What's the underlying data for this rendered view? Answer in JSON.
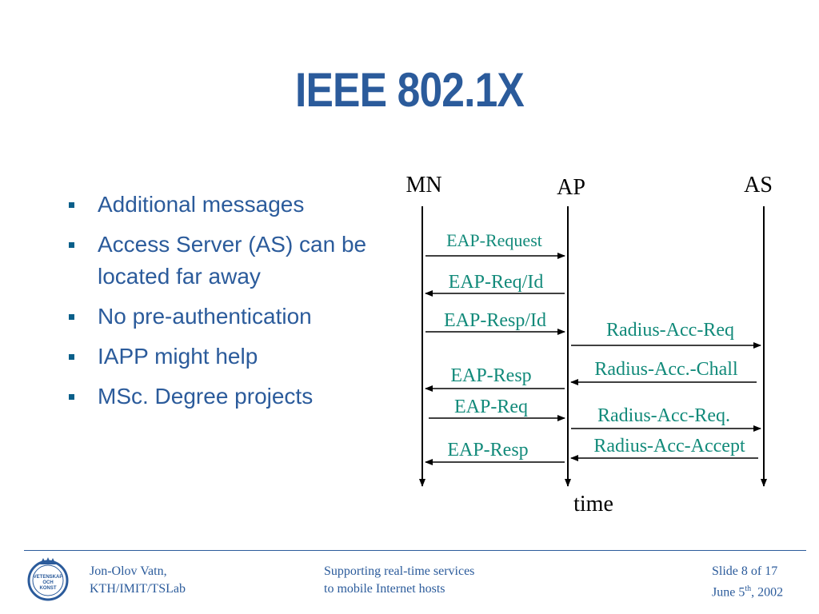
{
  "slide": {
    "title": "IEEE 802.1X"
  },
  "bullets": [
    "Additional messages",
    "Access Server (AS) can be located far away",
    "No pre-authentication",
    "IAPP might help",
    "MSc. Degree projects"
  ],
  "diagram": {
    "entities": {
      "mn": "MN",
      "ap": "AP",
      "as": "AS"
    },
    "time_label": "time",
    "messages": [
      {
        "label": "EAP-Request",
        "from": "MN",
        "to": "AP"
      },
      {
        "label": "EAP-Req/Id",
        "from": "AP",
        "to": "MN"
      },
      {
        "label": "EAP-Resp/Id",
        "from": "MN",
        "to": "AP"
      },
      {
        "label": "Radius-Acc-Req",
        "from": "AP",
        "to": "AS"
      },
      {
        "label": "Radius-Acc.-Chall",
        "from": "AS",
        "to": "AP"
      },
      {
        "label": "EAP-Resp",
        "from": "AP",
        "to": "MN"
      },
      {
        "label": "EAP-Req",
        "from": "MN",
        "to": "AP"
      },
      {
        "label": "Radius-Acc-Req.",
        "from": "AP",
        "to": "AS"
      },
      {
        "label": "Radius-Acc-Accept",
        "from": "AS",
        "to": "AP"
      },
      {
        "label": "EAP-Resp",
        "from": "AP",
        "to": "MN"
      }
    ],
    "colors": {
      "lifeline": "#000000",
      "message_text": "#128a7a"
    }
  },
  "logo": {
    "icon": "kth-seal-icon",
    "text": [
      "VETENSKAP",
      "OCH",
      "KONST"
    ]
  },
  "footer": {
    "author_line1": "Jon-Olov Vatn,",
    "author_line2": "KTH/IMIT/TSLab",
    "topic_line1": "Supporting real-time services",
    "topic_line2": "to mobile Internet hosts",
    "slide_number": "Slide 8 of 17",
    "date_prefix": "June 5",
    "date_sup": "th",
    "date_suffix": ", 2002"
  }
}
